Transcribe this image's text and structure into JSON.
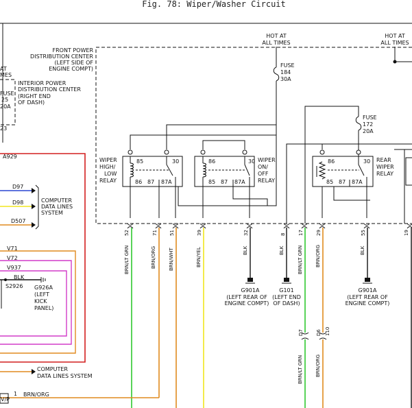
{
  "title": "Fig. 78: Wiper/Washer Circuit",
  "colors": {
    "green": "#2ec82e",
    "orange": "#e08a1e",
    "red": "#d21e1e",
    "magenta": "#d23cc8",
    "yellow": "#f0e61e",
    "blue": "#2846d2"
  },
  "top": {
    "hot1": [
      "HOT AT",
      "ALL TIMES"
    ],
    "hot2": [
      "HOT AT",
      "ALL TIMES"
    ],
    "hot_left": [
      "AT",
      "MES"
    ],
    "fpdc": [
      "FRONT POWER",
      "DISTRIBUTION CENTER",
      "(LEFT SIDE OF",
      "ENGINE COMPT)"
    ],
    "ipdc": [
      "INTERIOR POWER",
      "DISTRIBUTION CENTER",
      "(RIGHT END",
      "OF DASH)"
    ],
    "left_fuse": [
      "FUSE",
      "25",
      "20A"
    ],
    "left_num": "23",
    "fuse184": [
      "FUSE",
      "184",
      "30A"
    ],
    "fuse172": [
      "FUSE",
      "172",
      "20A"
    ]
  },
  "relays": {
    "hilo": {
      "label": [
        "WIPER",
        "HIGH/",
        "LOW",
        "RELAY"
      ],
      "pins": [
        "85",
        "30",
        "86",
        "87",
        "87A"
      ]
    },
    "onoff": {
      "label": [
        "WIPER",
        "ON/",
        "OFF",
        "RELAY"
      ],
      "pins": [
        "86",
        "30",
        "85",
        "87",
        "87A"
      ]
    },
    "rear": {
      "label": [
        "REAR",
        "WIPER",
        "RELAY"
      ],
      "pins": [
        "86",
        "30",
        "85",
        "87",
        "87A"
      ]
    }
  },
  "left": {
    "a929": "A929",
    "d97": "D97",
    "d98": "D98",
    "d507": "D507",
    "computer1": [
      "COMPUTER",
      "DATA LINES",
      "SYSTEM"
    ],
    "v71": "V71",
    "v72": "V72",
    "v937": "V937",
    "blk": "BLK",
    "s2926": "S2926",
    "g926a": [
      "G926A",
      "(LEFT",
      "KICK",
      "PANEL)"
    ],
    "computer2": [
      "COMPUTER",
      "DATA LINES SYSTEM"
    ],
    "bottom_pin": "1",
    "bottom_wire": "BRN/ORG",
    "bottom_conn": "V/P"
  },
  "connectors": [
    "52",
    "71",
    "51",
    "39",
    "32",
    "8",
    "17",
    "29",
    "55",
    "19"
  ],
  "wires": [
    "BRN/LT GRN",
    "BRN/ORG",
    "BRN/WHT",
    "BRN/YEL",
    "BLK",
    "BLK",
    "BRN/LT GRN",
    "BRN/ORG",
    "BLK"
  ],
  "grounds": {
    "g1": {
      "id": "G901A",
      "loc": [
        "(LEFT REAR OF",
        "ENGINE COMPT)"
      ]
    },
    "g2": {
      "id": "G101",
      "loc": [
        "(LEFT END",
        "OF DASH)"
      ]
    },
    "g3": {
      "id": "G901A",
      "loc": [
        "(LEFT REAR OF",
        "ENGINE COMPT)"
      ]
    }
  },
  "lower": {
    "c1": "D7",
    "c2": "D6",
    "c3": "110",
    "w1": "BRN/LT GRN",
    "w2": "BRN/ORG"
  }
}
